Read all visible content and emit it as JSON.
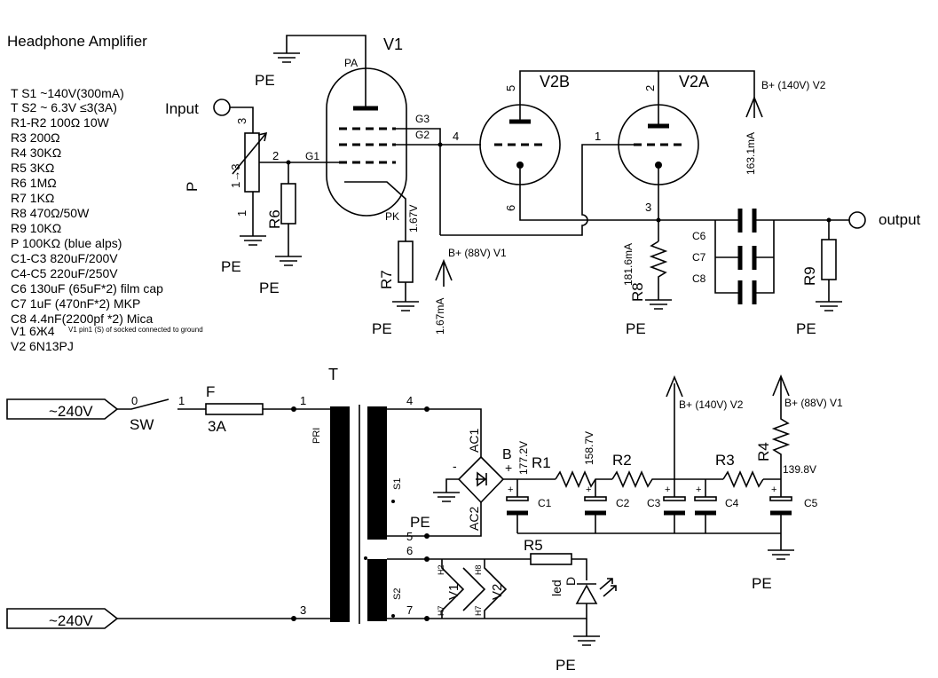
{
  "title": "Headphone Amplifier",
  "parts_list": [
    "T S1 ~140V(300mA)",
    "T S2 ~ 6.3V ≤3(3A)",
    "R1-R2 100Ω 10W",
    "R3 200Ω",
    "R4 30KΩ",
    "R5 3KΩ",
    "R6 1MΩ",
    "R7 1KΩ",
    "R8 470Ω/50W",
    "R9 10KΩ",
    "P 100KΩ (blue alps)",
    "C1-C3 820uF/200V",
    "C4-C5 220uF/250V",
    "C6 130uF (65uF*2) film cap",
    "C7 1uF (470nF*2) MKP",
    "C8 4.4nF(2200pf *2) Mica",
    "V1 6Ж4",
    "V2 6N13PJ"
  ],
  "v1_note": "V1 pin1 (S) of socked connected to ground",
  "amp": {
    "input": "Input",
    "output": "output",
    "pe": "PE",
    "v1": "V1",
    "v2a": "V2A",
    "v2b": "V2B",
    "pa": "PA",
    "pk": "PK",
    "g1": "G1",
    "g2": "G2",
    "g3": "G3",
    "p": "P",
    "p_pin3": "3",
    "p_pin2": "2",
    "p_pin1": "1",
    "p_wiper": "1→3",
    "r6": "R6",
    "r7": "R7",
    "r8": "R8",
    "r9": "R9",
    "c6": "C6",
    "c7": "C7",
    "c8": "C8",
    "pin_4": "4",
    "pin_5": "5",
    "pin_6": "6",
    "pin_1": "1",
    "pin_2": "2",
    "pin_3": "3",
    "v_pk": "1.67V",
    "i_v1": "1.67mA",
    "bplus_v1": "B+ (88V) V1",
    "bplus_v2": "B+ (140V) V2",
    "i_v2_top": "163.1mA",
    "i_r8": "181.6mA"
  },
  "psu": {
    "t": "T",
    "mains1": "~240V",
    "mains2": "~240V",
    "sw": "SW",
    "sw_0": "0",
    "sw_1": "1",
    "f": "F",
    "f_rating": "3A",
    "pri": "PRI",
    "pri_1": "1",
    "pri_3": "3",
    "s1": "S1",
    "s2": "S2",
    "s_4": "4",
    "s_5": "5",
    "s_6": "6",
    "s_7": "7",
    "ac1": "AC1",
    "ac2": "AC2",
    "minus": "-",
    "plus": "+",
    "b": "B",
    "v_b": "177.2V",
    "v_r1": "158.7V",
    "v_r4": "139.8V",
    "r1": "R1",
    "r2": "R2",
    "r3": "R3",
    "r4": "R4",
    "r5": "R5",
    "c1": "C1",
    "c2": "C2",
    "c3": "C3",
    "c4": "C4",
    "c5": "C5",
    "bplus_v2": "B+ (140V) V2",
    "bplus_v1": "B+ (88V) V1",
    "led": "led",
    "d": "D",
    "h2": "H2",
    "h7a": "H7",
    "h8": "H8",
    "h7b": "H7",
    "heater_v1": "V1",
    "heater_v2": "V2",
    "pe": "PE"
  }
}
